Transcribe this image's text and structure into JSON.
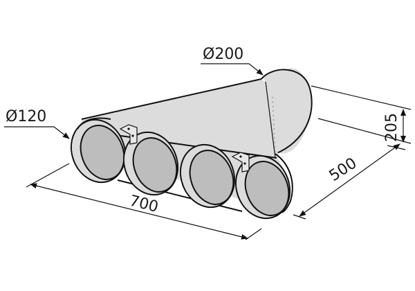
{
  "drawing": {
    "subject": "Duct plenum manifold with 4 outlets",
    "colors": {
      "background": "#ffffff",
      "body": "#dcdcdc",
      "inner": "#bdbdbd",
      "line": "#111111"
    },
    "dimensions": {
      "inlet_diameter": "Ø200",
      "outlet_diameter": "Ø120",
      "height": "205",
      "depth": "500",
      "width": "700"
    },
    "outlet_count": 4,
    "bracket_count": 2
  }
}
